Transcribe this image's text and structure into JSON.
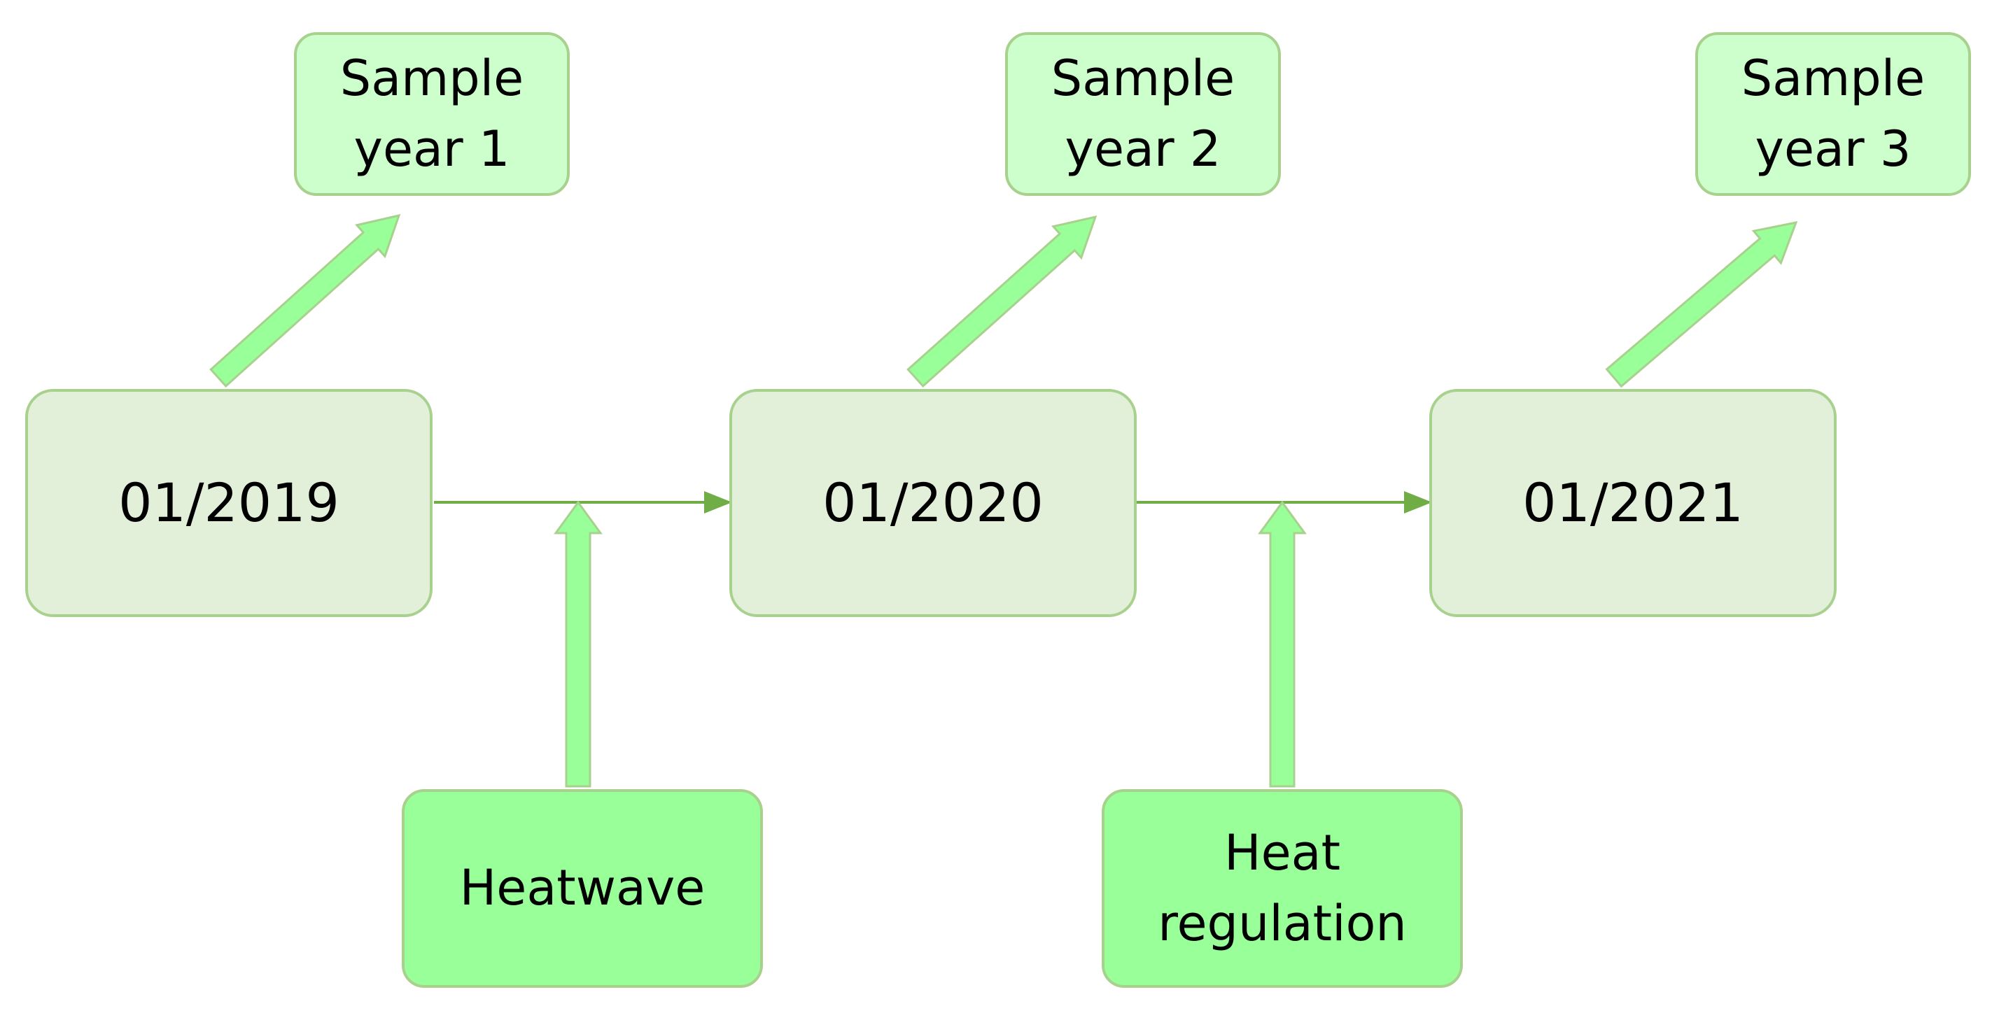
{
  "dates": [
    {
      "label": "01/2019"
    },
    {
      "label": "01/2020"
    },
    {
      "label": "01/2021"
    }
  ],
  "samples": [
    {
      "label": "Sample\nyear 1"
    },
    {
      "label": "Sample\nyear 2"
    },
    {
      "label": "Sample\nyear 3"
    }
  ],
  "events": [
    {
      "label": "Heatwave"
    },
    {
      "label": "Heat\nregulation"
    }
  ],
  "colors": {
    "date_fill": "#e2efd9",
    "date_border": "#a9d18e",
    "sample_fill": "#ccffcc",
    "sample_border": "#a9d18e",
    "event_fill": "#99ff99",
    "event_border": "#a9d18e",
    "arrow_fill": "#99ff99",
    "arrow_stroke": "#a9d18e",
    "connector": "#70ad47"
  }
}
